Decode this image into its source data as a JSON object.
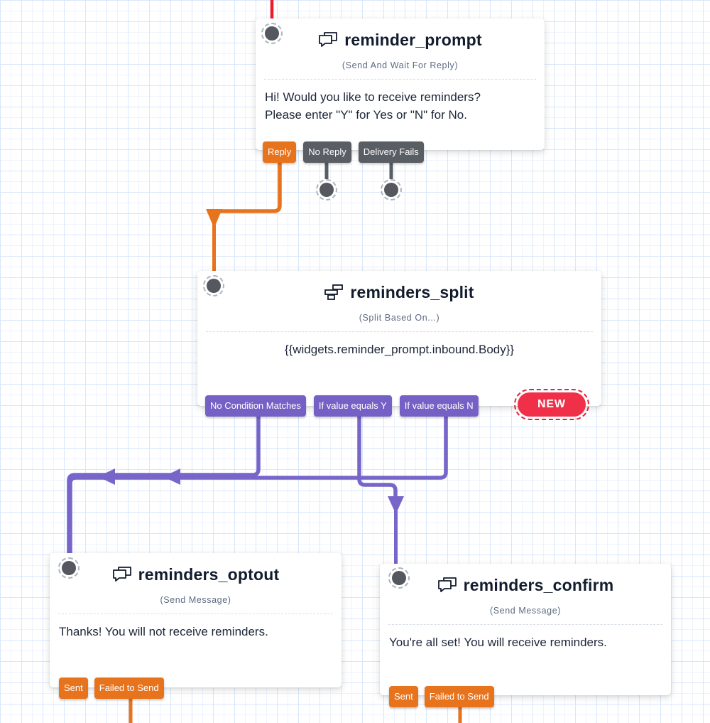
{
  "colors": {
    "accent_orange": "#E8731D",
    "neutral_gray": "#595D64",
    "accent_purple": "#7561C6",
    "inbound_red": "#EE1B2B",
    "new_badge_red": "#EF3048",
    "title_navy": "#121C2D",
    "subtitle_gray": "#5D6B82"
  },
  "widgets": {
    "prompt": {
      "title": "reminder_prompt",
      "type_label": "(Send And Wait For Reply)",
      "icon": "chat-bubbles-icon",
      "body_lines": {
        "0": "Hi! Would you like to receive reminders?",
        "1": "Please enter \"Y\" for Yes or \"N\" for No."
      },
      "transitions": {
        "reply": "Reply",
        "no_reply": "No Reply",
        "delivery_fails": "Delivery Fails"
      }
    },
    "split": {
      "title": "reminders_split",
      "type_label": "(Split Based On...)",
      "icon": "split-bars-icon",
      "body": "{{widgets.reminder_prompt.inbound.Body}}",
      "transitions": {
        "no_match": "No Condition Matches",
        "equals_y": "If value equals Y",
        "equals_n": "If value equals N"
      },
      "new_badge": "NEW"
    },
    "optout": {
      "title": "reminders_optout",
      "type_label": "(Send Message)",
      "icon": "chat-bubbles-icon",
      "body": "Thanks! You will not receive reminders.",
      "transitions": {
        "sent": "Sent",
        "failed": "Failed to Send"
      }
    },
    "confirm": {
      "title": "reminders_confirm",
      "type_label": "(Send Message)",
      "icon": "chat-bubbles-icon",
      "body": "You're all set! You will receive reminders.",
      "transitions": {
        "sent": "Sent",
        "failed": "Failed to Send"
      }
    }
  }
}
